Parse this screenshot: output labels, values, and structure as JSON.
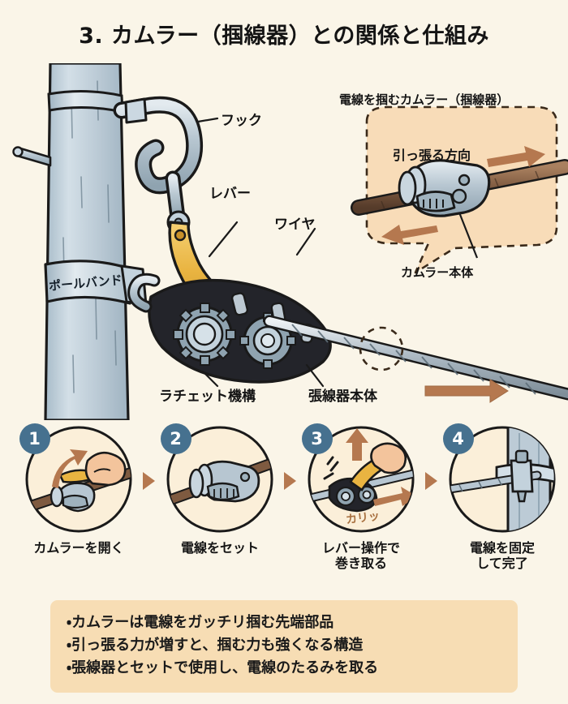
{
  "header": {
    "title": "3. カムラー（掴線器）との関係と仕組み"
  },
  "diagram": {
    "labels": {
      "hook": "フック",
      "lever": "レバー",
      "wire": "ワイヤ",
      "pole_band": "ポールバンド",
      "ratchet": "ラチェット機構",
      "tensioner_body": "張線器本体"
    }
  },
  "callout": {
    "title": "電線を掴むカムラー（掴線器）",
    "direction_label": "引っ張る方向",
    "body_label": "カムラー本体"
  },
  "steps": [
    {
      "number": "1",
      "caption_line1": "カムラーを開く",
      "caption_line2": ""
    },
    {
      "number": "2",
      "caption_line1": "電線をセット",
      "caption_line2": ""
    },
    {
      "number": "3",
      "caption_line1": "レバー操作で",
      "caption_line2": "巻き取る",
      "sound": "カリッ"
    },
    {
      "number": "4",
      "caption_line1": "電線を固定",
      "caption_line2": "して完了"
    }
  ],
  "summary": {
    "items": [
      "・カムラーは電線をガッチリ掴む先端部品",
      "・引っ張る力が増すと、掴む力も強くなる構造",
      "・張線器とセットで使用し、電線のたるみを取る"
    ]
  },
  "colors": {
    "background": "#FAF5E8",
    "summary_background": "#F7DDB4",
    "badge": "#46718F",
    "arrow": "#B5784F",
    "callout_fill": "#F8DCB8",
    "pole": "#BCCBD6",
    "lever": "#E8B443",
    "body": "#23242A",
    "cable": "#8A6448"
  }
}
